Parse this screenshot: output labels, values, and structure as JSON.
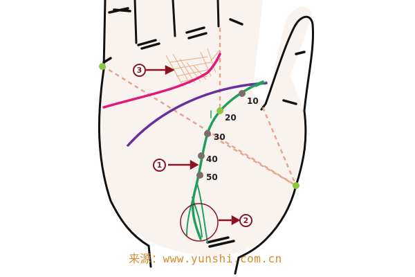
{
  "diagram": {
    "subject": "palm lines",
    "colors": {
      "skin": "#f8f3ee",
      "outline": "#111111",
      "heart_line": "#e0197a",
      "head_line": "#6a2e9c",
      "life_line": "#1f9e5c",
      "guide_dash": "#e8a490",
      "anchor_point": "#8cc63f",
      "age_dot": "#7a6d6a",
      "callout": "#8b1420",
      "watermark": "#d98a2c"
    },
    "age_markers": [
      {
        "label": "10"
      },
      {
        "label": "20"
      },
      {
        "label": "30"
      },
      {
        "label": "40"
      },
      {
        "label": "50"
      }
    ],
    "callouts": [
      {
        "label": "1",
        "glyph": "①",
        "target": "life line"
      },
      {
        "label": "2",
        "glyph": "②",
        "target": "branches at base of life line"
      },
      {
        "label": "3",
        "glyph": "③",
        "target": "crosshatch under fingers"
      }
    ],
    "watermark": "来源：www.yunshi.com.cn"
  }
}
